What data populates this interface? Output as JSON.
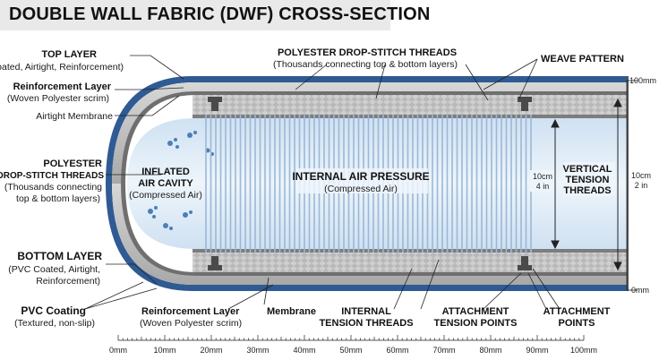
{
  "title": "DOUBLE WALL FABRIC (DWF) CROSS-SECTION",
  "labels": {
    "top_layer": "TOP LAYER",
    "top_layer_sub": "(PVC Coated, Airtight, Reinforcement)",
    "reinf_layer_top": "Reinforcement Layer",
    "reinf_layer_top_sub": "(Woven Polyester scrim)",
    "airtight_membrane": "Airtight Membrane",
    "poly_threads_left_1": "POLYESTER",
    "poly_threads_left_2": "DROP-STITCH THREADS",
    "poly_threads_left_3": "(Thousands connecting",
    "poly_threads_left_4": "top & bottom layers)",
    "bottom_layer": "BOTTOM LAYER",
    "bottom_layer_sub1": "(PVC Coated, Airtight,",
    "bottom_layer_sub2": "Reinforcement)",
    "pvc_coating": "PVC Coating",
    "pvc_coating_sub": "(Textured, non-slip)",
    "reinf_layer_bottom": "Reinforcement Layer",
    "reinf_layer_bottom_sub": "(Woven Polyester scrim)",
    "membrane": "Membrane",
    "internal_tension_1": "INTERNAL",
    "internal_tension_2": "TENSION THREADS",
    "attach_tension_1": "ATTACHMENT",
    "attach_tension_2": "TENSION POINTS",
    "attach_points_1": "ATTACHMENT",
    "attach_points_2": "POINTS",
    "poly_threads_top": "POLYESTER DROP-STITCH THREADS",
    "poly_threads_top_sub": "(Thousands connecting top & bottom layers)",
    "weave_pattern": "WEAVE PATTERN",
    "inflated_1": "INFLATED",
    "inflated_2": "AIR CAVITY",
    "inflated_3": "(Compressed Air)",
    "internal_pressure": "INTERNAL AIR PRESSURE",
    "internal_pressure_sub": "(Compressed Air)",
    "dim_inner_1": "10cm",
    "dim_inner_2": "4 in",
    "vertical_1": "VERTICAL",
    "vertical_2": "TENSION",
    "vertical_3": "THREADS",
    "dim_outer_1": "10cm",
    "dim_outer_2": "2 in",
    "top_mm": "100mm",
    "bottom_mm": "0mm"
  },
  "ruler": [
    "0mm",
    "10mm",
    "20mm",
    "30mm",
    "40mm",
    "50mm",
    "60mm",
    "70mm",
    "80mm",
    "90mm",
    "100mm"
  ],
  "colors": {
    "outer_blue": "#2f5a93",
    "fabric_gray": "#9a9a9a",
    "cavity": "#e7f1fa",
    "thread": "#9bb8d6"
  }
}
